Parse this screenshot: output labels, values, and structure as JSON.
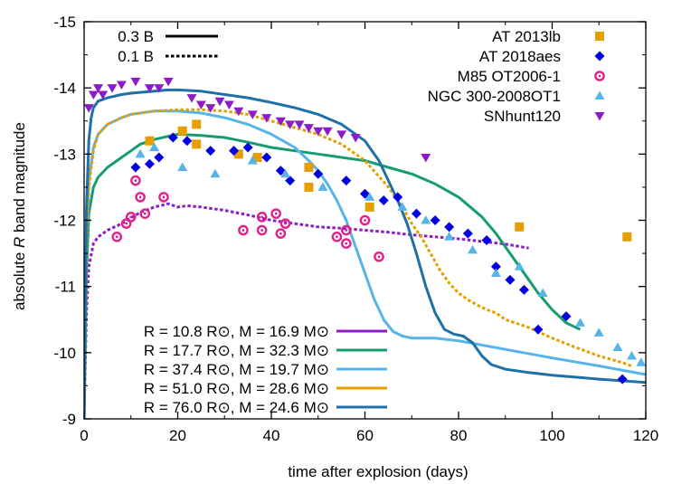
{
  "chart_data": {
    "type": "scatter",
    "xlabel": "time after explosion (days)",
    "ylabel_parts": [
      "absolute ",
      "R",
      " band magnitude"
    ],
    "xlim": [
      0,
      120
    ],
    "ylim": [
      -9,
      -15
    ],
    "y_reversed": true,
    "grid": false,
    "x_ticks": [
      0,
      20,
      40,
      60,
      80,
      100,
      120
    ],
    "y_ticks": [
      -9,
      -10,
      -11,
      -12,
      -13,
      -14,
      -15
    ],
    "style_legend": {
      "placement": "top-left",
      "entries": [
        {
          "label": "0.3 B",
          "dash": "solid"
        },
        {
          "label": "0.1 B",
          "dash": "dotted"
        }
      ]
    },
    "obs_legend_placement": "top-right",
    "model_legend_placement": "bottom-left",
    "models": [
      {
        "name": "R = 10.8 R⊙, M = 16.9 M⊙",
        "color": "#8B1CC8",
        "dash": "dotted",
        "x": [
          0,
          0.5,
          1,
          2,
          3,
          5,
          8,
          12,
          15,
          18,
          20,
          22,
          25,
          30,
          35,
          40,
          45,
          50,
          55,
          60,
          65,
          70,
          75,
          80,
          85,
          90,
          95
        ],
        "y": [
          -9.0,
          -10.6,
          -11.3,
          -11.65,
          -11.75,
          -11.85,
          -11.95,
          -12.12,
          -12.2,
          -12.25,
          -12.2,
          -12.22,
          -12.2,
          -12.15,
          -12.08,
          -12.0,
          -11.95,
          -11.9,
          -11.88,
          -11.85,
          -11.82,
          -11.78,
          -11.75,
          -11.72,
          -11.68,
          -11.64,
          -11.58
        ]
      },
      {
        "name": "R = 17.7 R⊙, M = 32.3 M⊙",
        "color": "#179C72",
        "dash": "solid",
        "x": [
          0,
          0.5,
          1,
          2,
          3,
          5,
          8,
          10,
          12,
          15,
          18,
          20,
          25,
          30,
          35,
          40,
          45,
          50,
          55,
          60,
          65,
          70,
          75,
          80,
          85,
          88,
          91,
          94,
          97,
          100,
          103,
          106
        ],
        "y": [
          -9.0,
          -11.2,
          -12.1,
          -12.5,
          -12.65,
          -12.8,
          -12.95,
          -13.05,
          -13.15,
          -13.22,
          -13.27,
          -13.3,
          -13.28,
          -13.25,
          -13.18,
          -13.1,
          -13.05,
          -13.0,
          -12.95,
          -12.9,
          -12.8,
          -12.7,
          -12.55,
          -12.35,
          -12.05,
          -11.8,
          -11.5,
          -11.2,
          -10.9,
          -10.65,
          -10.45,
          -10.35
        ]
      },
      {
        "name": "R = 37.4 R⊙, M = 19.7 M⊙",
        "color": "#56B4E9",
        "dash": "solid",
        "x": [
          0,
          0.5,
          1,
          2,
          3,
          5,
          8,
          10,
          15,
          20,
          25,
          30,
          35,
          40,
          45,
          48,
          50,
          52,
          54,
          56,
          58,
          60,
          62,
          64,
          66,
          68,
          70,
          75,
          80,
          90,
          100,
          110,
          120
        ],
        "y": [
          -9.0,
          -11.8,
          -12.6,
          -13.1,
          -13.3,
          -13.45,
          -13.55,
          -13.6,
          -13.65,
          -13.65,
          -13.62,
          -13.55,
          -13.45,
          -13.3,
          -13.1,
          -12.9,
          -12.75,
          -12.55,
          -12.3,
          -12.0,
          -11.6,
          -11.2,
          -10.8,
          -10.5,
          -10.32,
          -10.25,
          -10.22,
          -10.22,
          -10.18,
          -10.05,
          -9.92,
          -9.8,
          -9.67
        ]
      },
      {
        "name": "R = 51.0 R⊙, M = 28.6 M⊙",
        "color": "#E69F00",
        "dash": "dotted",
        "x": [
          0,
          0.5,
          1,
          2,
          3,
          5,
          8,
          10,
          15,
          20,
          25,
          30,
          35,
          40,
          45,
          50,
          55,
          60,
          65,
          68,
          70,
          72,
          74,
          76,
          78,
          80,
          82,
          84,
          86,
          88,
          90,
          95,
          100,
          105,
          110,
          115,
          117
        ],
        "y": [
          -9.0,
          -11.6,
          -12.5,
          -13.05,
          -13.3,
          -13.45,
          -13.55,
          -13.6,
          -13.65,
          -13.67,
          -13.67,
          -13.65,
          -13.6,
          -13.5,
          -13.4,
          -13.3,
          -13.15,
          -12.9,
          -12.5,
          -12.2,
          -11.95,
          -11.75,
          -11.5,
          -11.25,
          -11.05,
          -10.9,
          -10.8,
          -10.72,
          -10.65,
          -10.6,
          -10.5,
          -10.38,
          -10.22,
          -10.08,
          -9.95,
          -9.85,
          -9.8
        ]
      },
      {
        "name": "R = 76.0 R⊙, M = 24.6 M⊙",
        "color": "#1F6FA8",
        "dash": "solid",
        "x": [
          0,
          0.5,
          1,
          1.5,
          2,
          3,
          5,
          8,
          10,
          15,
          18,
          20,
          25,
          30,
          35,
          40,
          45,
          50,
          55,
          60,
          63,
          65,
          67,
          69,
          71,
          73,
          75,
          77,
          79,
          81,
          83,
          85,
          87,
          90,
          95,
          100,
          110,
          120
        ],
        "y": [
          -9.0,
          -12.2,
          -13.2,
          -13.55,
          -13.7,
          -13.8,
          -13.85,
          -13.9,
          -13.92,
          -13.95,
          -13.97,
          -13.97,
          -13.95,
          -13.9,
          -13.85,
          -13.78,
          -13.7,
          -13.6,
          -13.45,
          -13.2,
          -12.9,
          -12.6,
          -12.3,
          -11.95,
          -11.5,
          -11.0,
          -10.6,
          -10.35,
          -10.28,
          -10.25,
          -10.15,
          -9.95,
          -9.82,
          -9.75,
          -9.7,
          -9.66,
          -9.6,
          -9.55
        ]
      }
    ],
    "observations": [
      {
        "name": "AT 2013lb",
        "color": "#E69F00",
        "marker": "square",
        "points": [
          [
            14,
            -13.2
          ],
          [
            21,
            -13.35
          ],
          [
            24,
            -13.45
          ],
          [
            24,
            -13.15
          ],
          [
            33,
            -13.0
          ],
          [
            37,
            -12.95
          ],
          [
            48,
            -12.8
          ],
          [
            48,
            -12.5
          ],
          [
            61,
            -12.2
          ],
          [
            93,
            -11.9
          ],
          [
            116,
            -11.75
          ]
        ]
      },
      {
        "name": "AT 2018aes",
        "color": "#0000E0",
        "marker": "diamond",
        "points": [
          [
            11,
            -12.8
          ],
          [
            14,
            -12.85
          ],
          [
            16,
            -12.95
          ],
          [
            19,
            -13.25
          ],
          [
            22,
            -13.2
          ],
          [
            27,
            -13.05
          ],
          [
            32,
            -13.05
          ],
          [
            35,
            -13.1
          ],
          [
            39,
            -12.95
          ],
          [
            42,
            -12.75
          ],
          [
            44,
            -12.6
          ],
          [
            50,
            -12.7
          ],
          [
            56,
            -12.6
          ],
          [
            60,
            -12.4
          ],
          [
            64,
            -12.3
          ],
          [
            67,
            -12.35
          ],
          [
            71,
            -12.1
          ],
          [
            75,
            -12.0
          ],
          [
            78,
            -11.9
          ],
          [
            82,
            -11.8
          ],
          [
            86,
            -11.7
          ],
          [
            88,
            -11.3
          ],
          [
            91,
            -11.1
          ],
          [
            94,
            -10.95
          ],
          [
            97,
            -10.35
          ],
          [
            103,
            -10.55
          ],
          [
            115,
            -9.6
          ]
        ]
      },
      {
        "name": "M85 OT2006-1",
        "color": "#E0218A",
        "marker": "circle",
        "points": [
          [
            7,
            -11.75
          ],
          [
            9,
            -11.95
          ],
          [
            10,
            -12.05
          ],
          [
            11,
            -12.6
          ],
          [
            12,
            -12.35
          ],
          [
            13,
            -12.1
          ],
          [
            17,
            -12.35
          ],
          [
            34,
            -11.85
          ],
          [
            38,
            -12.05
          ],
          [
            38,
            -11.85
          ],
          [
            41,
            -12.1
          ],
          [
            42,
            -11.8
          ],
          [
            43,
            -11.95
          ],
          [
            54,
            -11.75
          ],
          [
            56,
            -11.85
          ],
          [
            56,
            -11.65
          ],
          [
            60,
            -12.0
          ],
          [
            63,
            -11.45
          ]
        ]
      },
      {
        "name": "NGC 300-2008OT1",
        "color": "#56B4E9",
        "marker": "triangle-up",
        "points": [
          [
            12,
            -13.0
          ],
          [
            15,
            -13.1
          ],
          [
            21,
            -12.8
          ],
          [
            28,
            -12.7
          ],
          [
            36,
            -12.9
          ],
          [
            43,
            -12.7
          ],
          [
            51,
            -12.5
          ],
          [
            61,
            -12.35
          ],
          [
            68,
            -12.2
          ],
          [
            73,
            -12.0
          ],
          [
            78,
            -11.75
          ],
          [
            83,
            -11.55
          ],
          [
            88,
            -11.2
          ],
          [
            93,
            -11.3
          ],
          [
            98,
            -10.9
          ],
          [
            106,
            -10.45
          ],
          [
            110,
            -10.3
          ],
          [
            114,
            -10.08
          ],
          [
            117,
            -9.95
          ],
          [
            119,
            -9.85
          ]
        ]
      },
      {
        "name": "SNhunt120",
        "color": "#8B1CC8",
        "marker": "triangle-down",
        "points": [
          [
            1,
            -13.7
          ],
          [
            2,
            -13.9
          ],
          [
            3,
            -14.0
          ],
          [
            4,
            -13.9
          ],
          [
            6,
            -14.0
          ],
          [
            8,
            -14.05
          ],
          [
            11,
            -14.1
          ],
          [
            14,
            -14.0
          ],
          [
            16,
            -14.0
          ],
          [
            18,
            -14.1
          ],
          [
            23,
            -13.85
          ],
          [
            25,
            -13.75
          ],
          [
            27,
            -13.7
          ],
          [
            29,
            -13.8
          ],
          [
            31,
            -13.75
          ],
          [
            33,
            -13.65
          ],
          [
            36,
            -13.6
          ],
          [
            39,
            -13.55
          ],
          [
            42,
            -13.5
          ],
          [
            44,
            -13.45
          ],
          [
            46,
            -13.45
          ],
          [
            48,
            -13.4
          ],
          [
            50,
            -13.35
          ],
          [
            52,
            -13.35
          ],
          [
            55,
            -13.3
          ],
          [
            58,
            -13.25
          ],
          [
            73,
            -12.95
          ]
        ]
      }
    ]
  }
}
